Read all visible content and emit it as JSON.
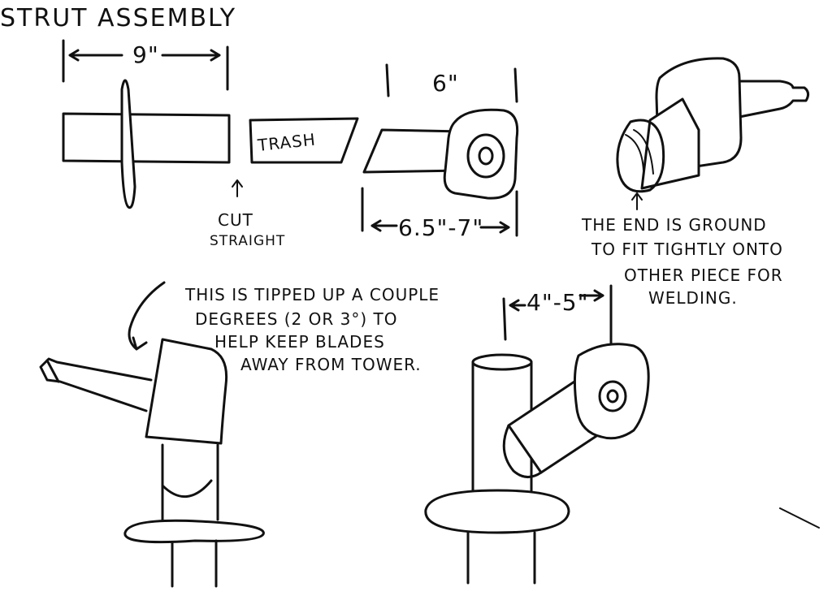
{
  "title": "STRUT ASSEMBLY",
  "dimensions": {
    "left_width": "9\"",
    "right_height": "6\"",
    "right_width": "6.5\"-7\"",
    "bottom_width": "4\"-5\""
  },
  "labels": {
    "trash": "TRASH",
    "cut_straight_1": "CUT",
    "cut_straight_2": "STRAIGHT"
  },
  "notes": {
    "ground_end": [
      "THE END IS GROUND",
      "TO FIT TIGHTLY ONTO",
      "OTHER PIECE FOR",
      "WELDING."
    ],
    "tipped": [
      "THIS IS TIPPED UP A COUPLE",
      "DEGREES (2 OR 3°) TO",
      "HELP KEEP BLADES",
      "AWAY FROM TOWER."
    ]
  },
  "colors": {
    "ink": "#111111",
    "paper": "#ffffff"
  }
}
